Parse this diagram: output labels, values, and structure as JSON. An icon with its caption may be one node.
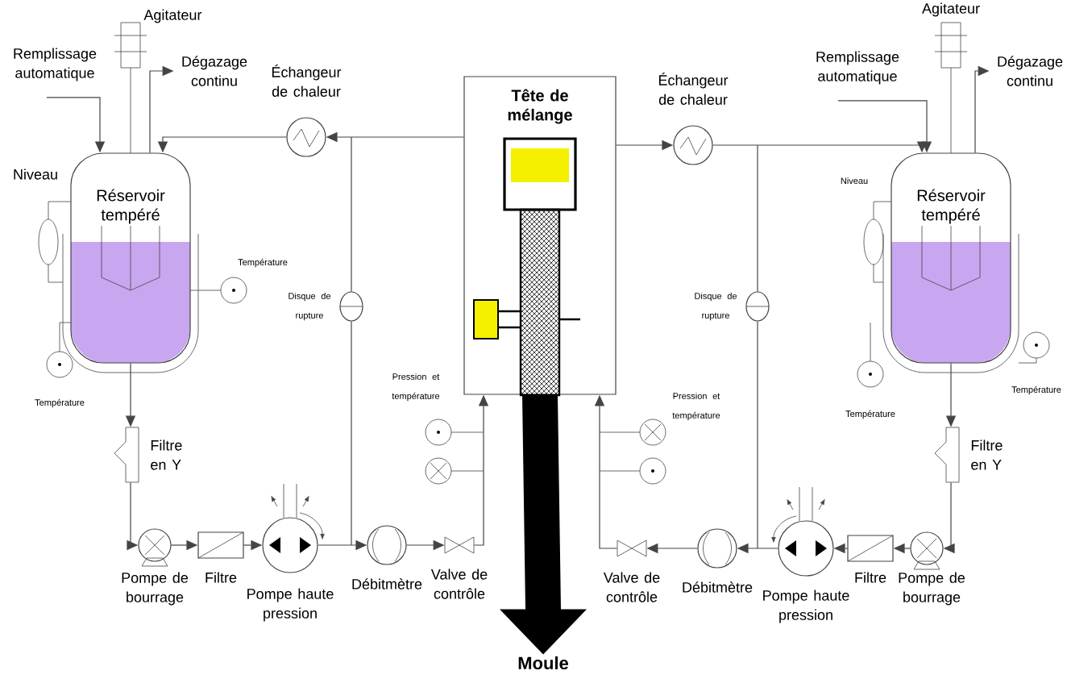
{
  "diagram": {
    "nodes": [
      {
        "text": [
          "Réservoir tempéré"
        ]
      },
      {
        "text": [],
        "shape": "circle",
        "beside": [
          "Échangeur de chaleur"
        ]
      },
      {
        "text": [],
        "shape": "filter",
        "beside": [
          "Filtre en Y"
        ]
      },
      {
        "text": [],
        "shape": "circle",
        "beside": [
          "Pompe de bourrage"
        ]
      },
      {
        "text": [],
        "shape": "box",
        "beside": [
          "Filtre"
        ]
      },
      {
        "text": [],
        "shape": "circle",
        "beside": [
          "Pompe haute pression"
        ]
      },
      {
        "text": [],
        "shape": "circle",
        "beside": [
          "Débitmètre"
        ]
      },
      {
        "text": [],
        "shape": "valve",
        "beside": [
          "Valve de contrôle"
        ]
      },
      {
        "text": [
          "Tête de mélange"
        ]
      },
      {
        "text": [
          "Moule"
        ]
      },
      {
        "text": [
          "Réservoir tempéré"
        ]
      },
      {
        "text": [],
        "shape": "circle",
        "beside": [
          "Échangeur de chaleur"
        ]
      },
      {
        "text": [],
        "shape": "filter",
        "beside": [
          "Filtre en Y"
        ]
      },
      {
        "text": [],
        "shape": "circle",
        "beside": [
          "Pompe de bourrage"
        ]
      },
      {
        "text": [],
        "shape": "box",
        "beside": [
          "Filtre"
        ]
      },
      {
        "text": [],
        "shape": "circle",
        "beside": [
          "Pompe haute pression"
        ]
      },
      {
        "text": [],
        "shape": "circle",
        "beside": [
          "Débitmètre"
        ]
      },
      {
        "text": [],
        "shape": "valve",
        "beside": [
          "Valve de contrôle"
        ]
      },
      {
        "text": [],
        "shape": "ellipse",
        "beside": [
          "Disque de rupture"
        ]
      },
      {
        "text": [],
        "shape": "ellipse",
        "beside": [
          "Disque de rupture"
        ]
      },
      {
        "text": [
          "Remplissage automatique"
        ]
      },
      {
        "text": [
          "Dégazage continu"
        ]
      },
      {
        "text": [
          "Remplissage automatique"
        ]
      },
      {
        "text": [
          "Dégazage continu"
        ]
      }
    ],
    "edges": [
      {
        "from": 0,
        "to": 2,
        "arrow": "to"
      },
      {
        "from": 2,
        "to": 3,
        "arrow": "to"
      },
      {
        "from": 3,
        "to": 4,
        "arrow": "to"
      },
      {
        "from": 4,
        "to": 5,
        "arrow": "to"
      },
      {
        "from": 5,
        "to": 6,
        "arrow": "to"
      },
      {
        "from": 6,
        "to": 7,
        "arrow": "to"
      },
      {
        "from": 7,
        "to": 8,
        "arrow": "to"
      },
      {
        "from": 8,
        "to": 1,
        "arrow": "to"
      },
      {
        "from": 1,
        "to": 0,
        "arrow": "to"
      },
      {
        "from": 8,
        "to": 9,
        "arrow": "to",
        "style": "thick",
        "color": "#000000"
      },
      {
        "from": 10,
        "to": 12,
        "arrow": "to"
      },
      {
        "from": 12,
        "to": 13,
        "arrow": "to"
      },
      {
        "from": 13,
        "to": 14,
        "arrow": "to"
      },
      {
        "from": 14,
        "to": 15,
        "arrow": "to"
      },
      {
        "from": 15,
        "to": 16,
        "arrow": "to"
      },
      {
        "from": 16,
        "to": 17,
        "arrow": "to"
      },
      {
        "from": 17,
        "to": 8,
        "arrow": "to"
      },
      {
        "from": 8,
        "to": 11,
        "arrow": "to"
      },
      {
        "from": 11,
        "to": 10,
        "arrow": "to"
      },
      {
        "from": 18,
        "to": null,
        "arrow": "none"
      },
      {
        "from": 18,
        "to": 6,
        "arrow": "none"
      },
      {
        "from": 19,
        "to": null,
        "arrow": "none"
      },
      {
        "from": 19,
        "to": 15,
        "arrow": "none"
      },
      {
        "from": 20,
        "to": 0,
        "arrow": "to"
      },
      {
        "from": 0,
        "to": 21,
        "arrow": "to"
      },
      {
        "from": 22,
        "to": 10,
        "arrow": "to"
      },
      {
        "from": 10,
        "to": 23,
        "arrow": "to"
      }
    ],
    "labels": [
      "Agitateur",
      "Niveau",
      "Température",
      "Température",
      "Pression et température",
      "Agitateur",
      "Niveau",
      "Température",
      "Pression et température",
      "Température"
    ]
  }
}
